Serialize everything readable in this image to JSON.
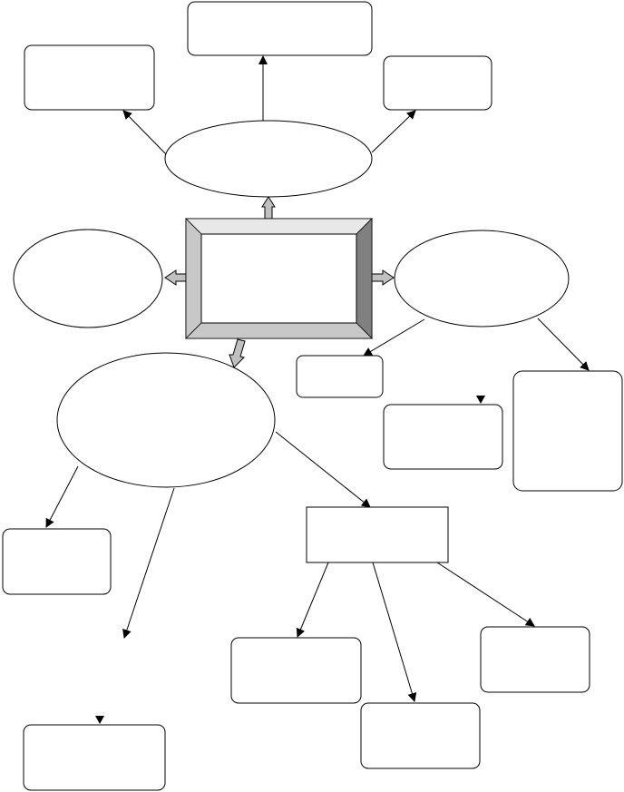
{
  "diagram": {
    "type": "concept-map",
    "colors": {
      "stroke": "#000000",
      "fill": "#ffffff",
      "bevel_light": "#e8e8e8",
      "bevel_mid": "#c8c8c8",
      "bevel_dark": "#808080",
      "block_arrow_fill": "#c0c0c0"
    },
    "central": {
      "label": ""
    },
    "nodes": [
      {
        "id": "top-box",
        "shape": "rounded-rect",
        "label": ""
      },
      {
        "id": "upper-left-box",
        "shape": "rounded-rect",
        "label": ""
      },
      {
        "id": "upper-right-box",
        "shape": "rounded-rect",
        "label": ""
      },
      {
        "id": "top-ellipse",
        "shape": "ellipse",
        "label": ""
      },
      {
        "id": "left-ellipse",
        "shape": "ellipse",
        "label": ""
      },
      {
        "id": "right-ellipse",
        "shape": "ellipse",
        "label": ""
      },
      {
        "id": "bottom-ellipse",
        "shape": "ellipse",
        "label": ""
      },
      {
        "id": "right-small-box",
        "shape": "rounded-rect",
        "label": ""
      },
      {
        "id": "right-middle-box",
        "shape": "rounded-rect",
        "label": ""
      },
      {
        "id": "far-right-box",
        "shape": "rounded-rect",
        "label": ""
      },
      {
        "id": "lower-left-box",
        "shape": "rounded-rect",
        "label": ""
      },
      {
        "id": "square-box",
        "shape": "rect",
        "label": ""
      },
      {
        "id": "bottom-left-box",
        "shape": "rounded-rect",
        "label": ""
      },
      {
        "id": "sub-left-box",
        "shape": "rounded-rect",
        "label": ""
      },
      {
        "id": "sub-right-box",
        "shape": "rounded-rect",
        "label": ""
      },
      {
        "id": "sub-bottom-box",
        "shape": "rounded-rect",
        "label": ""
      }
    ],
    "edges": [
      {
        "from": "top-ellipse",
        "to": "top-box",
        "style": "arrow"
      },
      {
        "from": "top-ellipse",
        "to": "upper-left-box",
        "style": "arrow"
      },
      {
        "from": "top-ellipse",
        "to": "upper-right-box",
        "style": "arrow"
      },
      {
        "from": "central",
        "to": "top-ellipse",
        "style": "block-arrow"
      },
      {
        "from": "central",
        "to": "left-ellipse",
        "style": "block-arrow"
      },
      {
        "from": "central",
        "to": "right-ellipse",
        "style": "block-arrow"
      },
      {
        "from": "central",
        "to": "bottom-ellipse",
        "style": "block-arrow"
      },
      {
        "from": "right-ellipse",
        "to": "right-small-box",
        "style": "arrow"
      },
      {
        "from": "right-ellipse",
        "to": "far-right-box",
        "style": "arrow"
      },
      {
        "from": "bottom-ellipse",
        "to": "lower-left-box",
        "style": "arrow"
      },
      {
        "from": "bottom-ellipse",
        "to": "bottom-left-box",
        "style": "arrow"
      },
      {
        "from": "bottom-ellipse",
        "to": "square-box",
        "style": "arrow"
      },
      {
        "from": "square-box",
        "to": "sub-left-box",
        "style": "arrow"
      },
      {
        "from": "square-box",
        "to": "sub-bottom-box",
        "style": "arrow"
      },
      {
        "from": "square-box",
        "to": "sub-right-box",
        "style": "arrow"
      }
    ]
  }
}
